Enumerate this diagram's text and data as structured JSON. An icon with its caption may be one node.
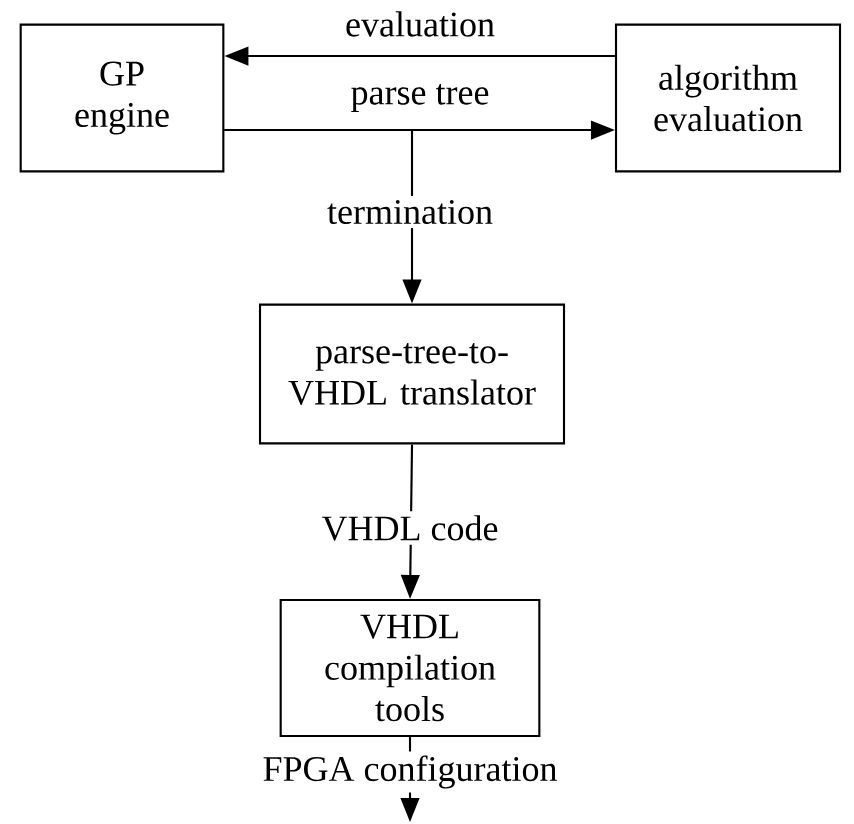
{
  "diagram": {
    "nodes": [
      {
        "text": [
          "GP engine"
        ]
      },
      {
        "text": [
          "algorithm evaluation"
        ]
      },
      {
        "text": [
          "parse-tree-to-VHDL translator"
        ]
      },
      {
        "text": [
          "VHDL compilation tools"
        ]
      }
    ],
    "edges": [
      {
        "from": 1,
        "to": 0,
        "arrow": "to",
        "label": "evaluation"
      },
      {
        "from": 0,
        "to": 1,
        "arrow": "to",
        "label": "parse tree"
      },
      {
        "from": 0,
        "to": 2,
        "arrow": "to",
        "label": "termination"
      },
      {
        "from": 2,
        "to": 3,
        "arrow": "to",
        "label": "VHDL code"
      },
      {
        "from": 3,
        "to": null,
        "arrow": "to",
        "label": "FPGA configuration"
      }
    ]
  }
}
